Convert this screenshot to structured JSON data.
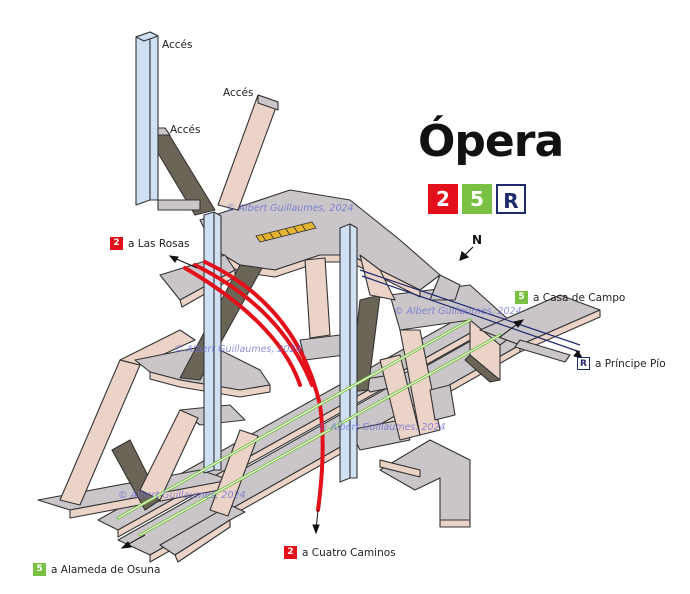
{
  "station": {
    "name": "Ópera"
  },
  "lines": {
    "l2": {
      "code": "2",
      "color": "#e3101b",
      "text_color": "#ffffff"
    },
    "l5": {
      "code": "5",
      "color": "#7ac143",
      "text_color": "#ffffff"
    },
    "lR": {
      "code": "R",
      "color": "#ffffff",
      "border": "#1f2a6b",
      "text_color": "#1f2a6b"
    }
  },
  "access_labels": [
    "Accés",
    "Accés",
    "Accés"
  ],
  "destinations": {
    "las_rosas": "a Las Rosas",
    "casa_de_campo": "a Casa de Campo",
    "principe_pio": "a Príncipe Pío",
    "cuatro_caminos": "a Cuatro Caminos",
    "alameda_de_osuna": "a Alameda de Osuna"
  },
  "north_label": "N",
  "watermark": "© Albert Guillaumes, 2024",
  "colors": {
    "floor_top": "#c9c5c8",
    "wall": "#ebd3c8",
    "shaft": "#cfe0f4",
    "dark_side": "#6b6557",
    "outline": "#333333"
  }
}
